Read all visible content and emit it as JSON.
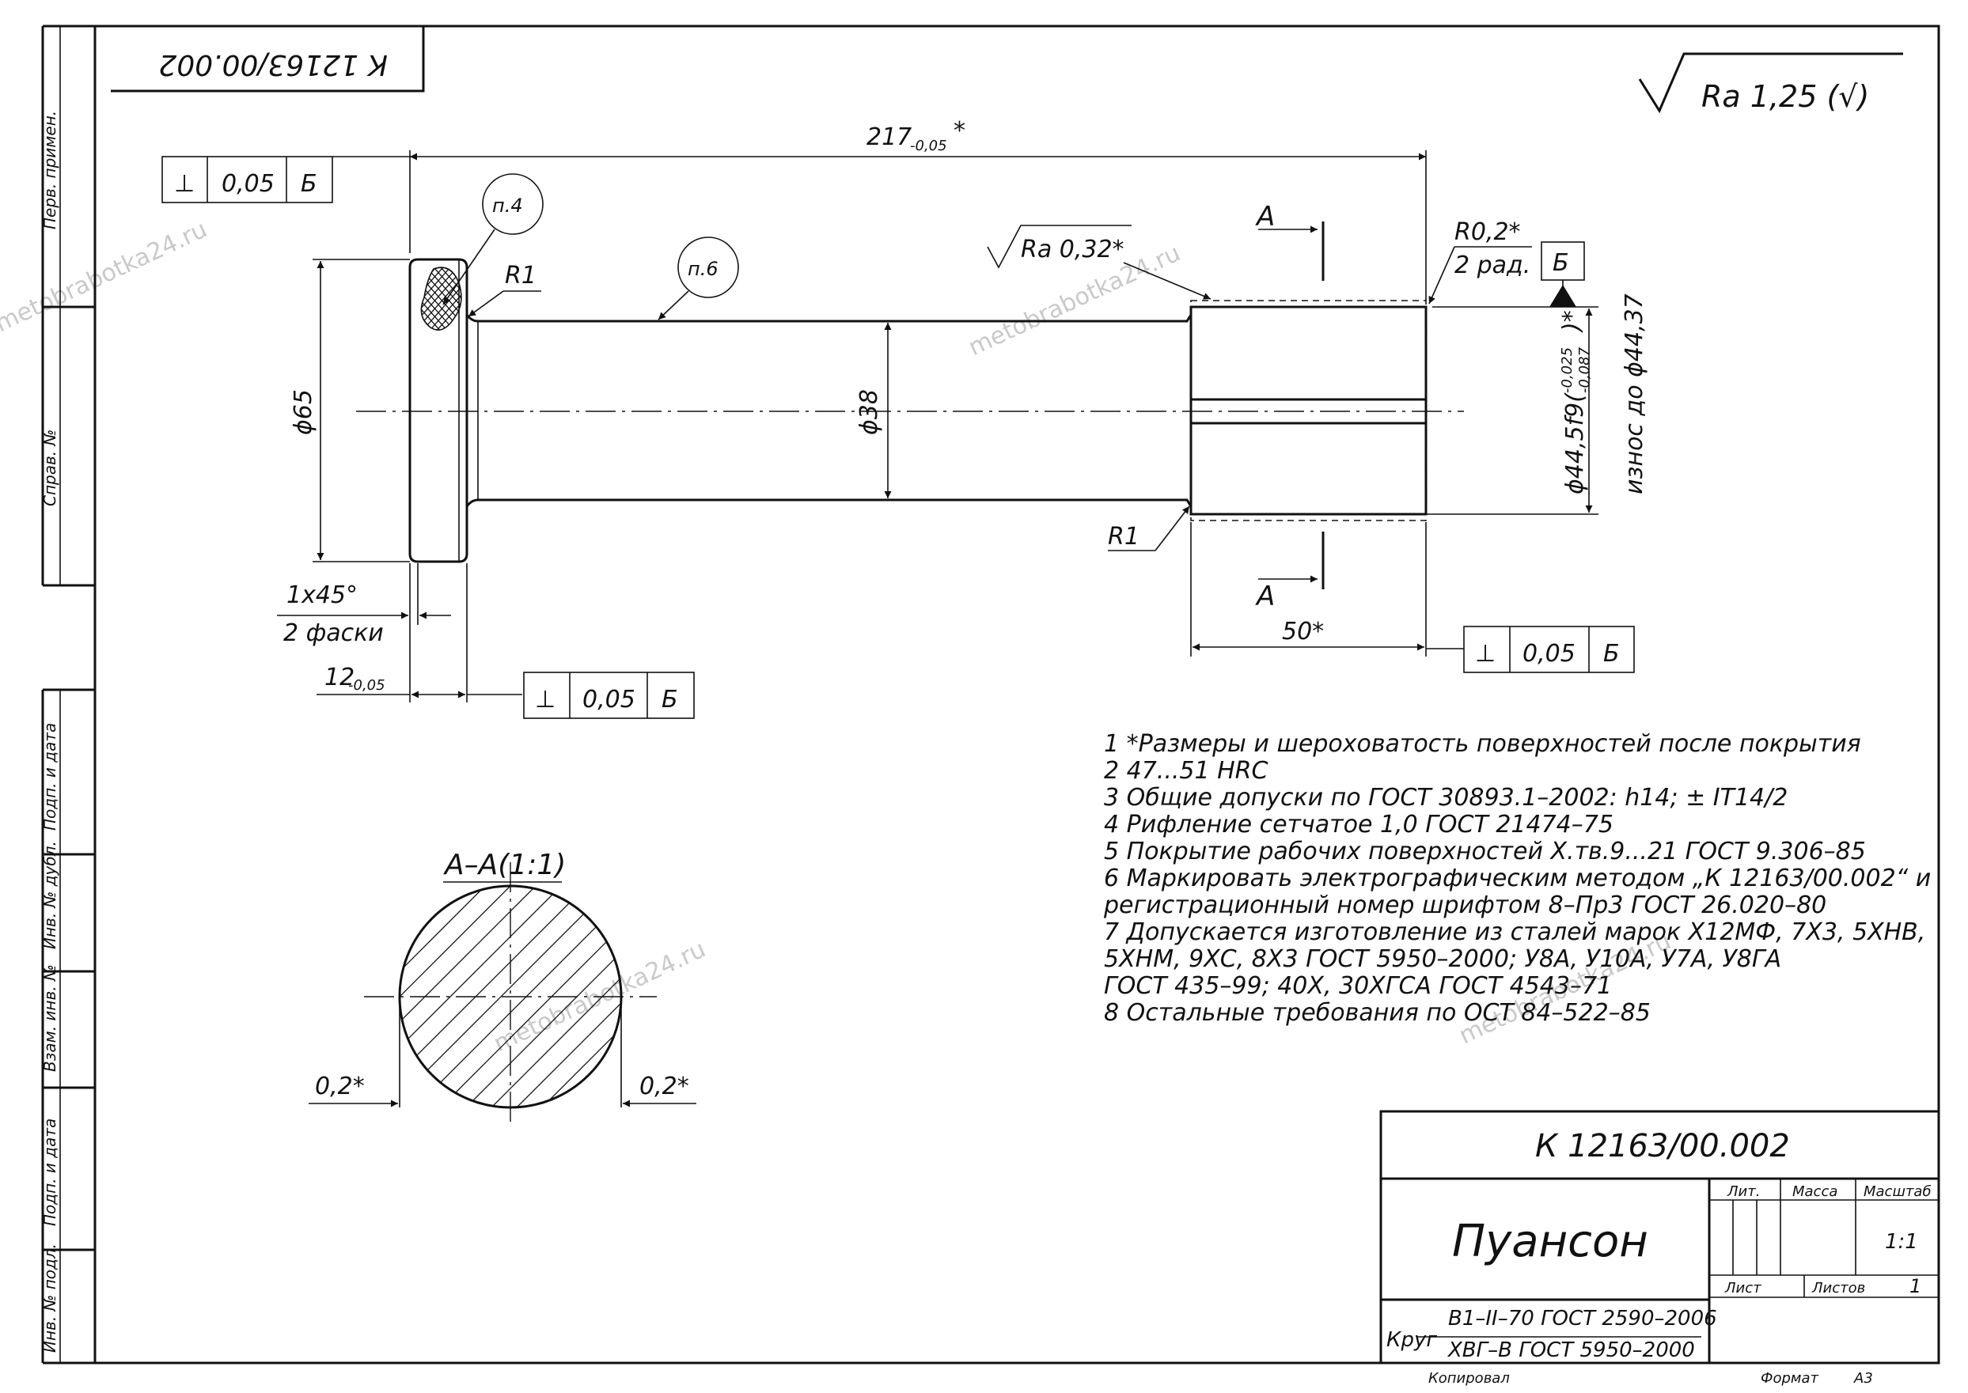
{
  "stamp": {
    "code": "К 12163/00.002"
  },
  "roughness": {
    "main": "Ra 1,25 (√)",
    "local": "Ra 0,32*"
  },
  "dimensions": {
    "overall_length": "217",
    "overall_tol": "-0,05",
    "overall_star": "*",
    "head_d": "ϕ65",
    "shank_d": "ϕ38",
    "working_d": "ϕ44,5f9(",
    "working_tol_up": "-0,025",
    "working_tol_low": "-0,087",
    "working_star": ")*",
    "wear": "износ до ϕ44,37",
    "chamfer": "1x45°",
    "chamfer_note": "2 фаски",
    "head_len": "12",
    "head_len_tol": "-0,05",
    "working_len": "50*",
    "r1_top": "R1",
    "r1_bottom": "R1",
    "r02": "R0,2*",
    "r02_note": "2 рад.",
    "section_gap_left": "0,2*",
    "section_gap_right": "0,2*"
  },
  "tolerance_frames": [
    {
      "symbol": "⊥",
      "value": "0,05",
      "base": "Б"
    },
    {
      "symbol": "⊥",
      "value": "0,05",
      "base": "Б"
    },
    {
      "symbol": "⊥",
      "value": "0,05",
      "base": "Б"
    }
  ],
  "datum": "Б",
  "callouts": {
    "p4": "п.4",
    "p6": "п.6"
  },
  "section": {
    "letter_top": "А",
    "letter_bottom": "А",
    "title": "А–А(1:1)"
  },
  "notes": [
    "1  *Размеры и шероховатость поверхностей после покрытия",
    "2  47...51 HRC",
    "3  Общие  допуски  по  ГОСТ 30893.1–2002:  h14;  ± IT14/2",
    "4  Рифление сетчатое 1,0 ГОСТ 21474–75",
    "5  Покрытие рабочих поверхностей Х.тв.9...21 ГОСТ 9.306–85",
    "6  Маркировать  электрографическим  методом  „К  12163/00.002“  и",
    "    регистрационный номер шрифтом     8–Пр3 ГОСТ 26.020–80",
    "7  Допускается  изготовление  из  сталей  марок  Х12МФ,  7Х3,  5ХНВ,",
    "    5ХНМ, 9ХС, 8Х3 ГОСТ 5950–2000;  У8А, У10А, У7А, У8ГА",
    "    ГОСТ 435–99;  40Х, 30ХГСА ГОСТ 4543–71",
    "8  Остальные требования по ОСТ 84–522–85"
  ],
  "side_labels": [
    "Перв. примен.",
    "Справ. №",
    "Подп. и дата",
    "Инв. № дубл.",
    "Взам. инв. №",
    "Подп. и дата",
    "Инв. № подл."
  ],
  "title_block": {
    "code": "К 12163/00.002",
    "name": "Пуансон",
    "lit": "Лит.",
    "mass": "Масса",
    "scale_label": "Масштаб",
    "scale": "1:1",
    "sheet": "Лист",
    "sheets": "Листов",
    "sheets_count": "1",
    "material_prefix": "Круг",
    "material_top": "В1–II–70 ГОСТ 2590–2006",
    "material_bottom": "ХВГ–В ГОСТ 5950–2000",
    "copied": "Копировал",
    "format_label": "Формат",
    "format": "А3"
  },
  "watermarks": [
    "metobrabotka24.ru",
    "metobrabotka24.ru",
    "metobrabotka24.ru",
    "metobrabotka24.ru",
    "metobrabotka24.ru"
  ]
}
